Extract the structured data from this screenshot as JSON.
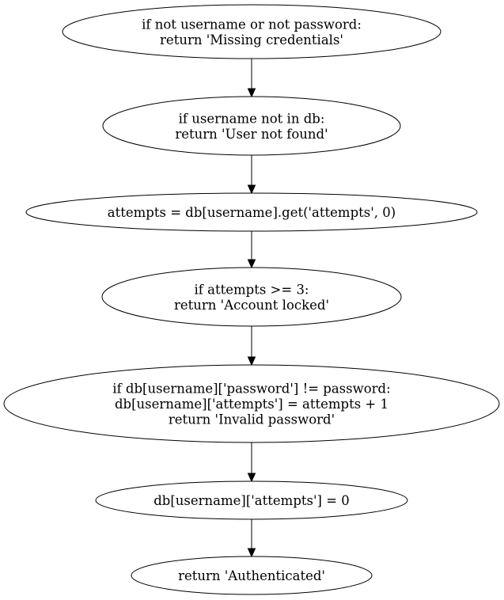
{
  "flowchart": {
    "nodes": [
      {
        "id": "n1",
        "shape": "ellipse",
        "lines": [
          "if not username or not password:",
          "return 'Missing credentials'"
        ]
      },
      {
        "id": "n2",
        "shape": "ellipse",
        "lines": [
          "if username not in db:",
          "return 'User not found'"
        ]
      },
      {
        "id": "n3",
        "shape": "ellipse",
        "lines": [
          "attempts = db[username].get('attempts', 0)"
        ]
      },
      {
        "id": "n4",
        "shape": "ellipse",
        "lines": [
          "if attempts >= 3:",
          "return 'Account locked'"
        ]
      },
      {
        "id": "n5",
        "shape": "ellipse",
        "lines": [
          "if db[username]['password'] != password:",
          "db[username]['attempts'] = attempts + 1",
          "return 'Invalid password'"
        ]
      },
      {
        "id": "n6",
        "shape": "ellipse",
        "lines": [
          "db[username]['attempts'] = 0"
        ]
      },
      {
        "id": "n7",
        "shape": "ellipse",
        "lines": [
          "return 'Authenticated'"
        ]
      }
    ],
    "edges": [
      {
        "from": "n1",
        "to": "n2"
      },
      {
        "from": "n2",
        "to": "n3"
      },
      {
        "from": "n3",
        "to": "n4"
      },
      {
        "from": "n4",
        "to": "n5"
      },
      {
        "from": "n5",
        "to": "n6"
      },
      {
        "from": "n6",
        "to": "n7"
      }
    ]
  }
}
